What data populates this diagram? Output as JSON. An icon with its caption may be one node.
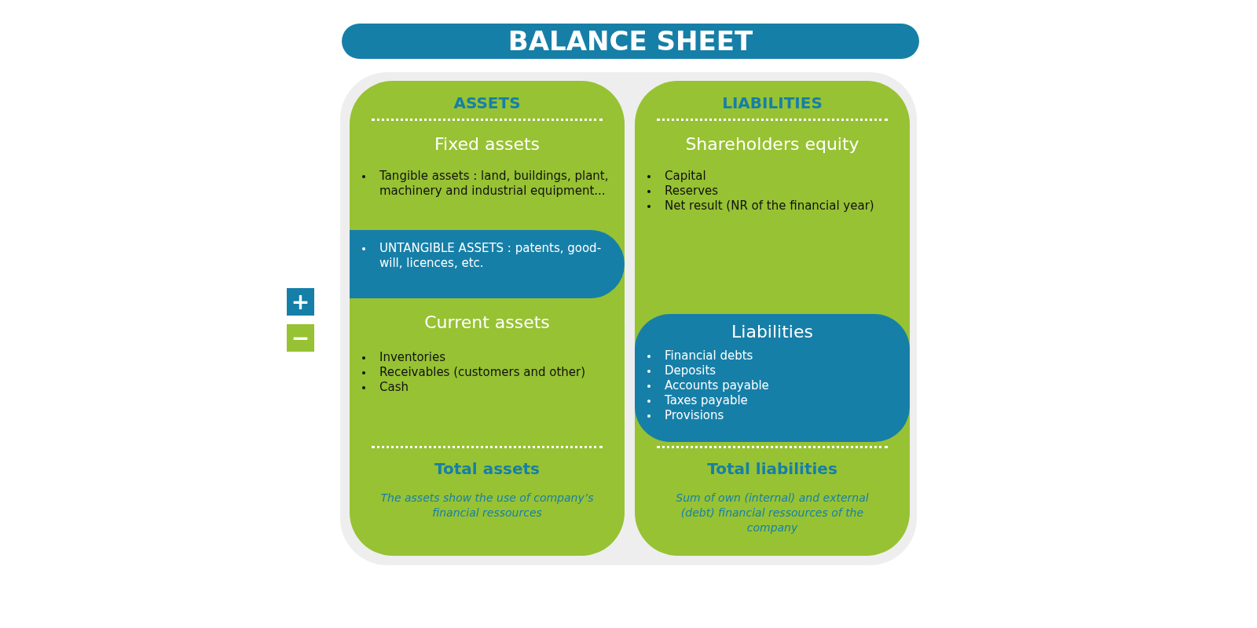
{
  "diagram": {
    "title": "BALANCE SHEET",
    "nodes": [
      {
        "text": [
          "ASSETS",
          "Fixed assets",
          "Tangible assets : land, buildings, plant, machinery and industrial equipment...",
          "Current assets",
          "Inventories",
          "Receivables (customers and other)",
          "Cash",
          "Total assets",
          "The assets show the use of company’s financial ressources"
        ]
      },
      {
        "text": [
          "UNTANGIBLE ASSETS : patents, good-will, licences, etc."
        ],
        "in": 0
      },
      {
        "text": [
          "LIABILITIES",
          "Shareholders equity",
          "Capital",
          "Reserves",
          "Net result (NR of the financial year)",
          "Total liabilities",
          "Sum of own (internal) and external (debt) financial ressources of the company"
        ]
      },
      {
        "text": [
          "Liabilities",
          "Financial debts",
          "Deposits",
          "Accounts payable",
          "Taxes payable",
          "Provisions"
        ],
        "in": 2
      },
      {
        "text": [
          "+"
        ]
      },
      {
        "text": [
          "−"
        ]
      }
    ],
    "edges": []
  }
}
